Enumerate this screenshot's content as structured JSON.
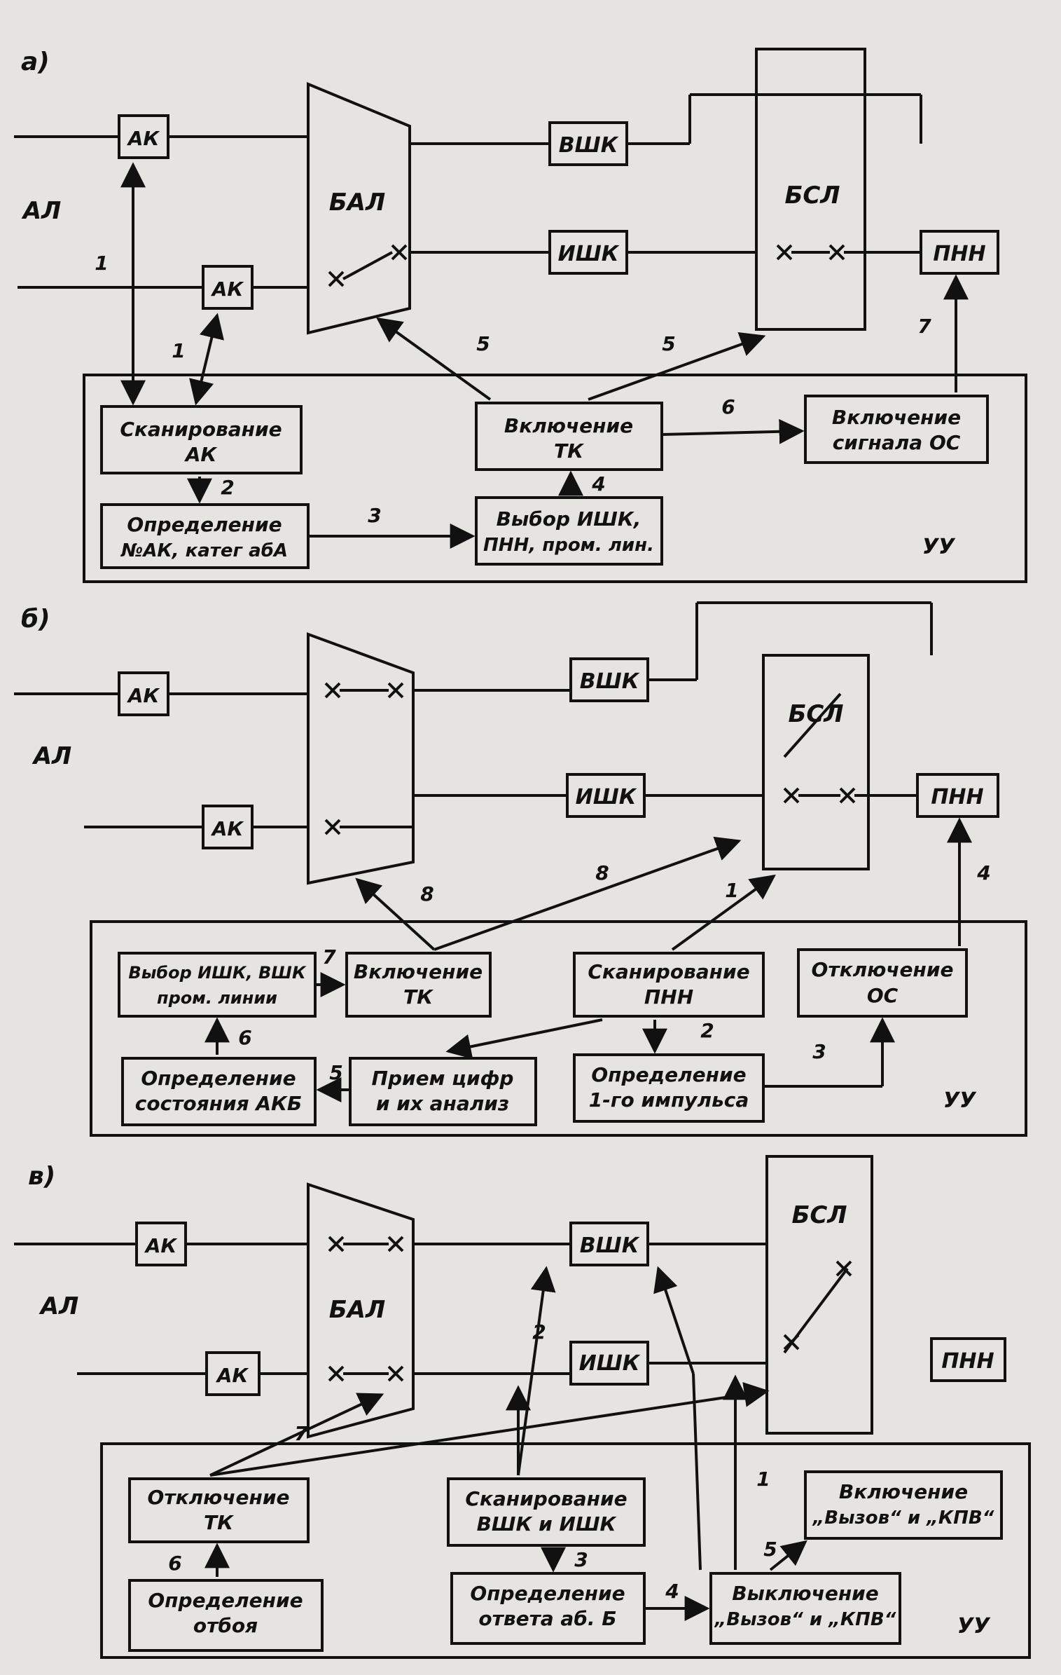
{
  "panels": {
    "a": {
      "tag": "а)",
      "al": "АЛ",
      "ak_top": "АК",
      "ak_bottom": "АК",
      "bal": "БАЛ",
      "vshk": "ВШК",
      "ishk": "ИШК",
      "bsl": "БСЛ",
      "pnn": "ПНН",
      "uu": "УУ",
      "blocks": {
        "scan_ak": [
          "Сканирование",
          "АК"
        ],
        "determine_num": [
          "Определение",
          "№АК, катег абА"
        ],
        "switch_tk": [
          "Включение",
          "ТК"
        ],
        "select": [
          "Выбор ИШК,",
          "ПНН, пром. лин."
        ],
        "os_signal": [
          "Включение",
          "сигнала ОС"
        ]
      },
      "numbers": [
        "1",
        "1",
        "2",
        "3",
        "4",
        "5",
        "5",
        "6",
        "7"
      ]
    },
    "b": {
      "tag": "б)",
      "al": "АЛ",
      "ak_top": "АК",
      "ak_bottom": "АК",
      "vshk": "ВШК",
      "ishk": "ИШК",
      "bsl": "БСЛ",
      "pnn": "ПНН",
      "uu": "УУ",
      "blocks": {
        "select": [
          "Выбор ИШК, ВШК",
          "пром. линии"
        ],
        "switch_tk": [
          "Включение",
          "ТК"
        ],
        "scan_pnn": [
          "Сканирование",
          "ПНН"
        ],
        "disconnect_os": [
          "Отключение",
          "ОС"
        ],
        "state_akb": [
          "Определение",
          "состояния АКБ"
        ],
        "receive": [
          "Прием цифр",
          "и их анализ"
        ],
        "first_pulse": [
          "Определение",
          "1-го импульса"
        ]
      },
      "numbers": [
        "1",
        "2",
        "3",
        "4",
        "5",
        "6",
        "7",
        "8",
        "8"
      ]
    },
    "c": {
      "tag": "в)",
      "al": "АЛ",
      "ak_top": "АК",
      "ak_bottom": "АК",
      "bal": "БАЛ",
      "vshk": "ВШК",
      "ishk": "ИШК",
      "bsl": "БСЛ",
      "pnn": "ПНН",
      "uu": "УУ",
      "blocks": {
        "disconnect_tk": [
          "Отключение",
          "ТК"
        ],
        "scan": [
          "Сканирование",
          "ВШК и ИШК"
        ],
        "switch_call": [
          "Включение",
          "„Вызов“ и „КПВ“"
        ],
        "hangup": [
          "Определение",
          "отбоя"
        ],
        "answer": [
          "Определение",
          "ответа аб. Б"
        ],
        "switch_off_call": [
          "Выключение",
          "„Вызов“ и „КПВ“"
        ]
      },
      "numbers": [
        "1",
        "2",
        "3",
        "4",
        "5",
        "6",
        "7"
      ]
    }
  },
  "colors": {
    "ink": "#111111",
    "paper": "#e6e4e0"
  }
}
